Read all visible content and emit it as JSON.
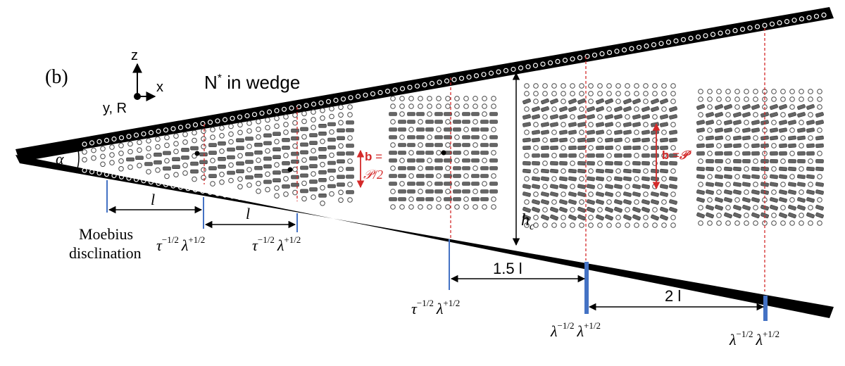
{
  "panel_label": "(b)",
  "title": {
    "main": "N",
    "sup": "*",
    "rest": " in wedge"
  },
  "axes": {
    "z": "z",
    "x": "x",
    "y": "y, R"
  },
  "alpha": "α",
  "distances": {
    "l1": "l",
    "l2": "l",
    "l15": "1.5 l",
    "l2x": "2 l",
    "hc": "h",
    "hc_sub": "c"
  },
  "moebius": {
    "line1": "Moebius",
    "line2": "disclination"
  },
  "burgers": [
    {
      "b": "b",
      "eq": " =",
      "val": "𝒫/2"
    },
    {
      "b": "b",
      "eq": " =",
      "val": "𝒫"
    }
  ],
  "defect_labels": [
    {
      "base1": "τ",
      "base2": "λ"
    },
    {
      "base1": "τ",
      "base2": "λ"
    },
    {
      "base1": "τ",
      "base2": "λ"
    },
    {
      "base1": "λ",
      "base2": "λ"
    },
    {
      "base1": "λ",
      "base2": "λ"
    }
  ],
  "exponents": {
    "minus_half": "−",
    "plus_half": "+",
    "one": "1",
    "two": "2"
  },
  "colors": {
    "wall": "#000000",
    "rod": "#555555",
    "red": "#d42a2a",
    "blue": "#4472c4"
  }
}
